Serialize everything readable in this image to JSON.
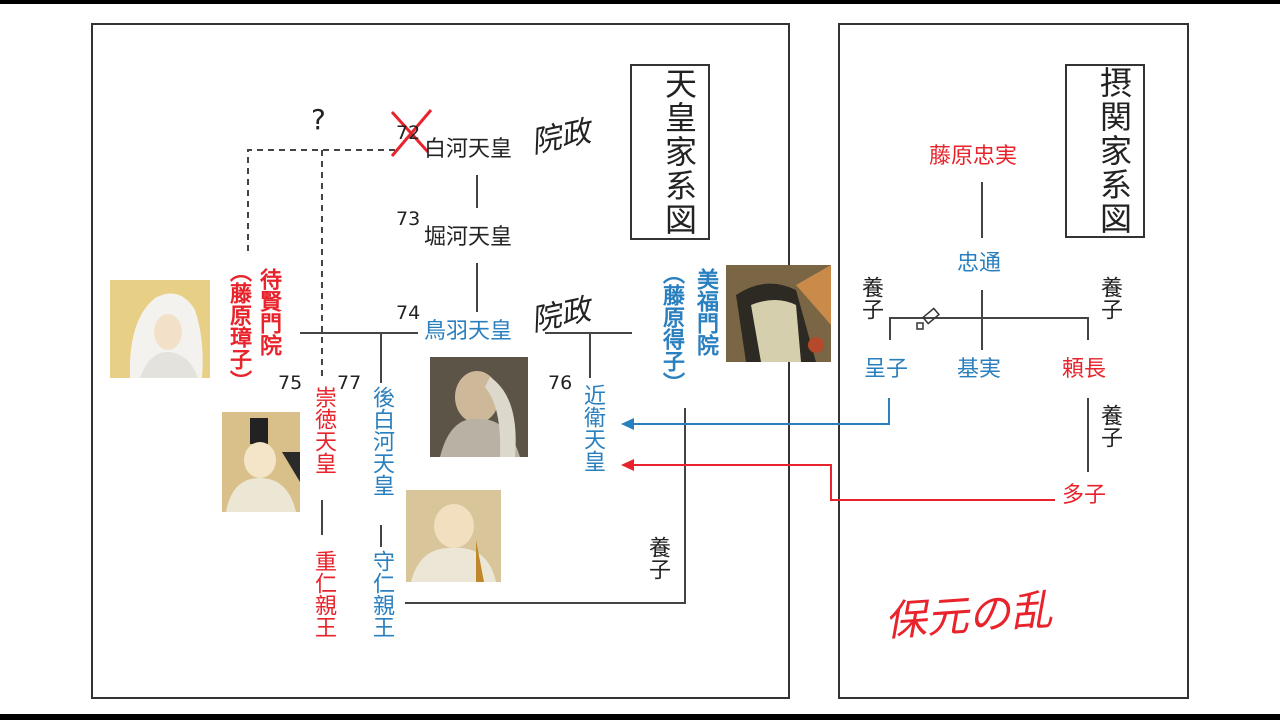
{
  "left_panel": {
    "title": "天皇家系図",
    "emperors": {
      "shirakawa": {
        "num": "72",
        "name": "白河天皇"
      },
      "horikawa": {
        "num": "73",
        "name": "堀河天皇"
      },
      "toba": {
        "num": "74",
        "name": "鳥羽天皇"
      },
      "sutoku": {
        "num": "75",
        "name": "崇徳天皇"
      },
      "konoe": {
        "num": "76",
        "name": "近衛天皇"
      },
      "goshirakawa": {
        "num": "77",
        "name": "後白河天皇"
      }
    },
    "taikenmonin": {
      "name": "待賢門院",
      "sub": "（藤原璋子）"
    },
    "bifukumonin": {
      "name": "美福門院",
      "sub": "（藤原得子）"
    },
    "shigehito": "重仁親王",
    "morihito": "守仁親王",
    "question_mark": "?",
    "yoshi_label": "養子",
    "insei_1": "院政",
    "insei_2": "院政"
  },
  "right_panel": {
    "title": "摂関家系図",
    "tadazane": "藤原忠実",
    "tadamichi": "忠通",
    "kiyoko": "呈子",
    "motozane": "基実",
    "yorinaga": "頼長",
    "masaruko": "多子",
    "yoshi_1": "養子",
    "yoshi_2": "養子",
    "yoshi_3": "養子"
  },
  "annotation": "保元の乱",
  "colors": {
    "red": "#e8232b",
    "blue": "#2a7fbf",
    "line": "#555555"
  }
}
